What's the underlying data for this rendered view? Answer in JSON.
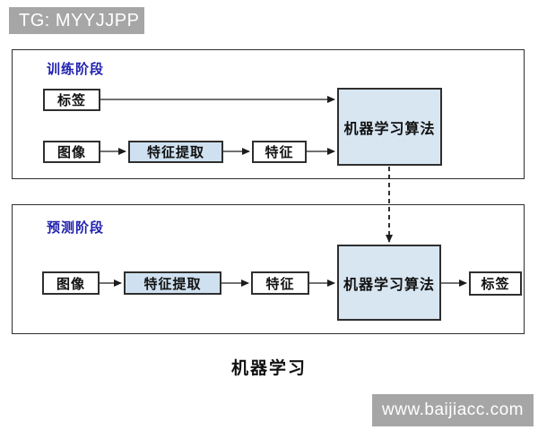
{
  "badges": {
    "top_left": "TG: MYYJJPP",
    "bottom_right": "www.baijiacc.com"
  },
  "caption": "机器学习",
  "panels": [
    {
      "heading": "训练阶段",
      "nodes": {
        "label": "标签",
        "image": "图像",
        "feature_extraction": "特征提取",
        "feature": "特征",
        "algorithm": "机器学习算法"
      }
    },
    {
      "heading": "预测阶段",
      "nodes": {
        "image": "图像",
        "feature_extraction": "特征提取",
        "feature": "特征",
        "algorithm": "机器学习算法",
        "label": "标签"
      }
    }
  ],
  "colors": {
    "badge_bg": "#a6a6a6",
    "heading_text": "#1f1faf",
    "border": "#2f2f2f",
    "node_fill_small": "#cfe1f0",
    "node_fill_big": "#d8e6f2",
    "arrow": "#1c1c1c"
  }
}
